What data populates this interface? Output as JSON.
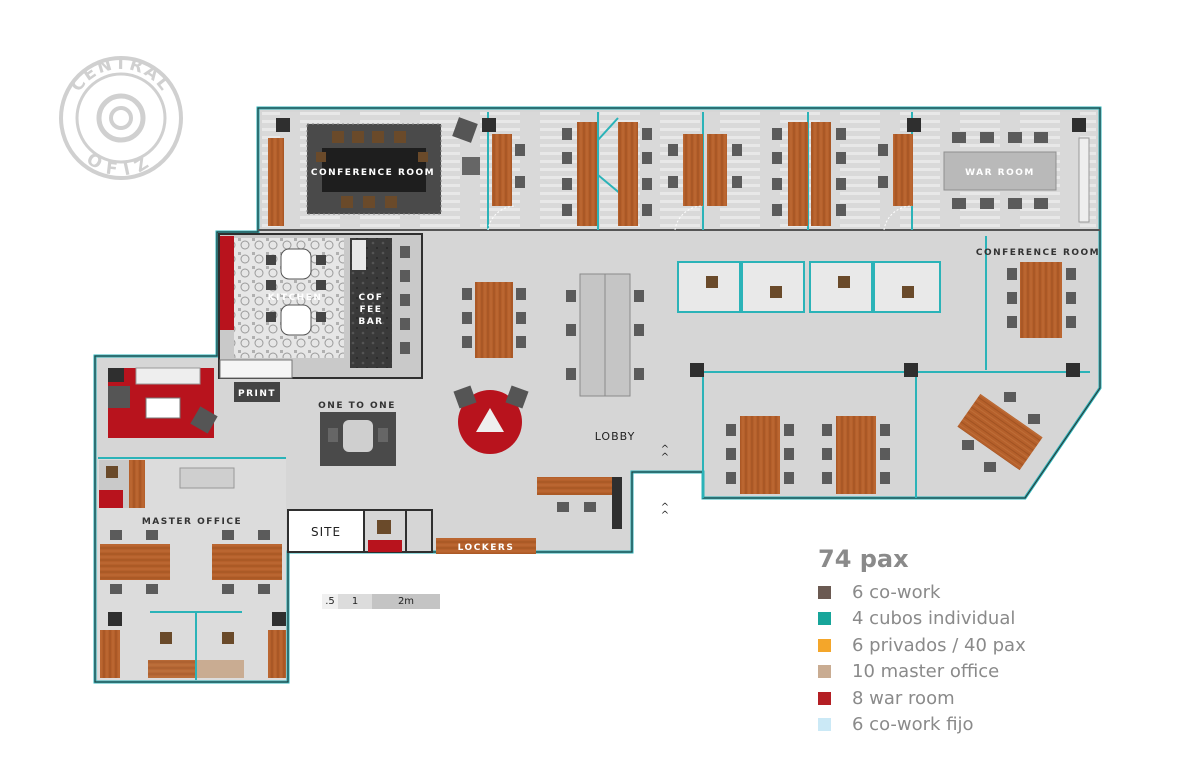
{
  "logo": {
    "text_top": "CENTRAL",
    "text_bottom": "OFIZ"
  },
  "rooms": {
    "conference_room_1": "CONFERENCE ROOM",
    "war_room": "WAR ROOM",
    "conference_room_2": "CONFERENCE ROOM",
    "kitchen": "KITCHEN",
    "coffee_bar": [
      "COF",
      "FEE",
      "BAR"
    ],
    "print": "PRINT",
    "one_to_one": "ONE TO ONE",
    "lobby": "LOBBY",
    "master_office": "MASTER OFFICE",
    "site": "SITE",
    "lockers": "LOCKERS"
  },
  "scale_bar": {
    "labels": [
      ".5",
      "1",
      "2m"
    ]
  },
  "legend": {
    "title": "74 pax",
    "items": [
      {
        "label": "6 co-work",
        "color": "#6b5a52"
      },
      {
        "label": "4 cubos individual",
        "color": "#17a59a"
      },
      {
        "label": "6 privados / 40 pax",
        "color": "#f4a62a"
      },
      {
        "label": "10 master office",
        "color": "#c9ac92"
      },
      {
        "label": "8 war room",
        "color": "#b41f24"
      },
      {
        "label": "6 co-work fijo",
        "color": "#cbe9f6"
      }
    ]
  },
  "colors": {
    "wall_accent": "#2bb3b8",
    "floor": "#d4d4d4",
    "desk": "#b35e28",
    "carpet_red": "#b8131d"
  }
}
